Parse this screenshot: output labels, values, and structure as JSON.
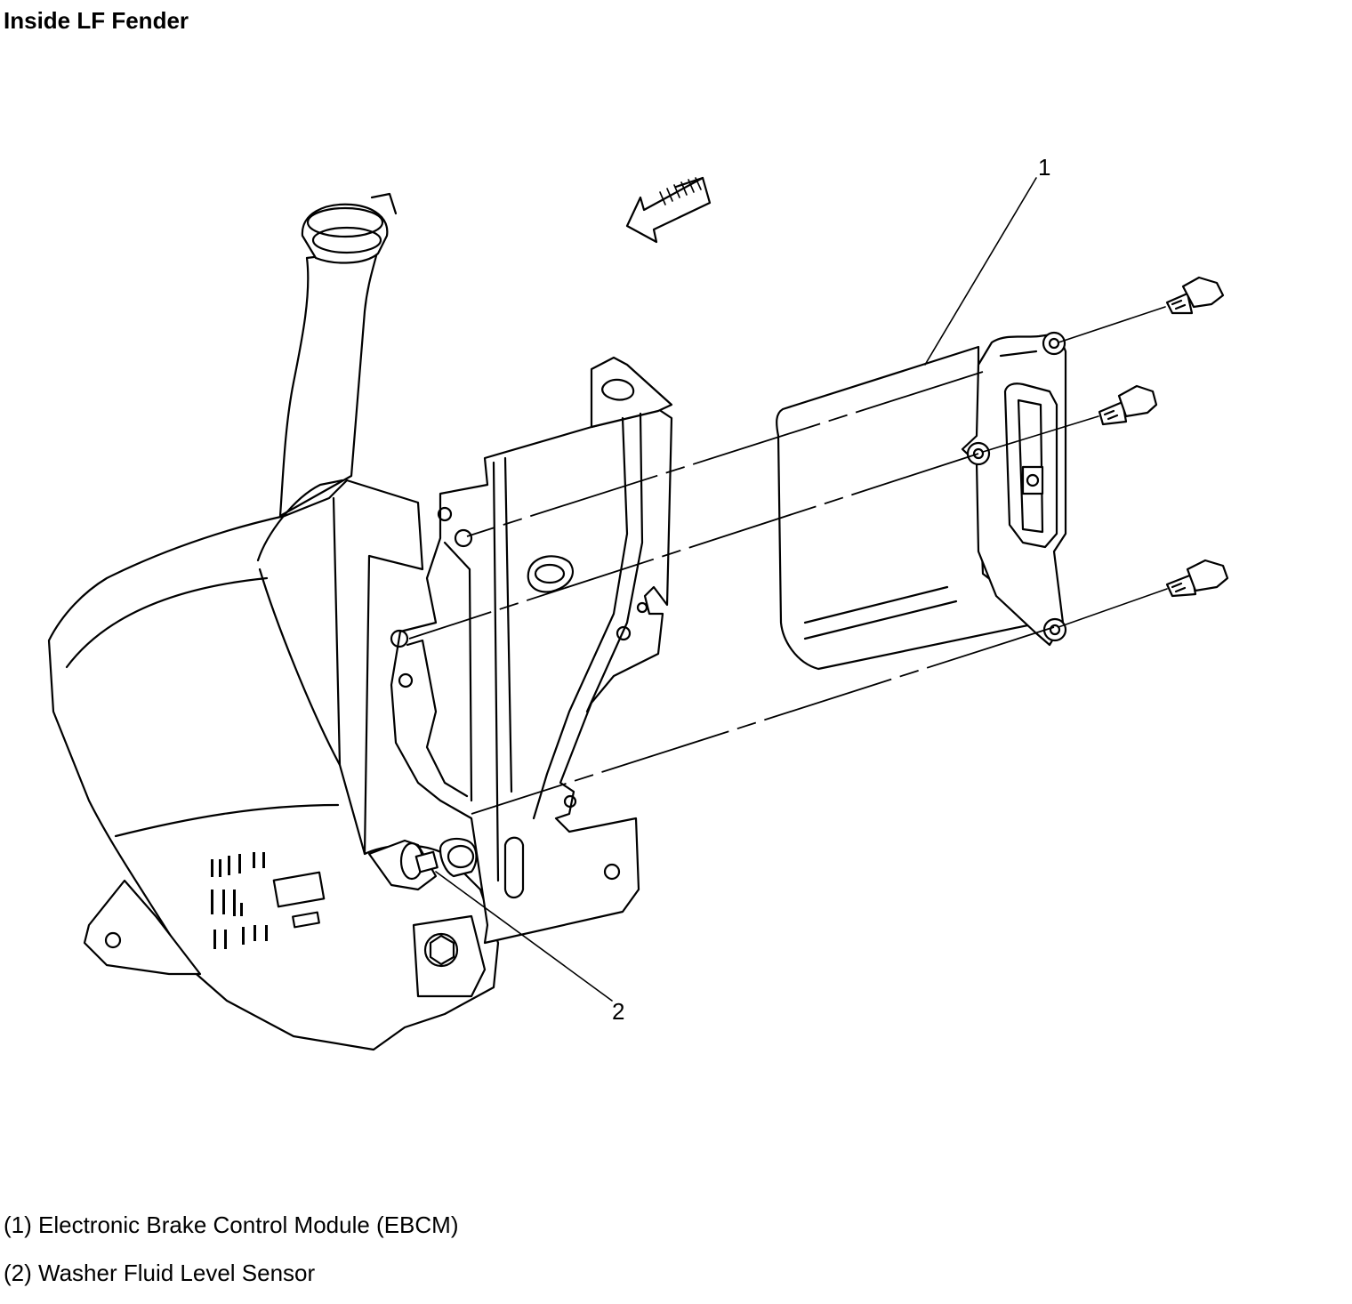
{
  "title": "Inside LF Fender",
  "callouts": [
    {
      "number": "1",
      "label": "(1) Electronic Brake Control Module (EBCM)"
    },
    {
      "number": "2",
      "label": "(2) Washer Fluid Level Sensor"
    }
  ],
  "icons": {
    "direction_arrow": "front-direction-arrow-icon"
  },
  "colors": {
    "line": "#000000",
    "background": "#ffffff"
  }
}
